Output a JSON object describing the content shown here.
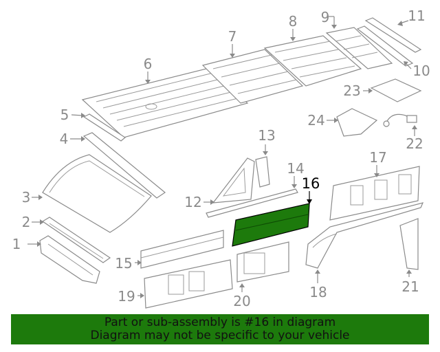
{
  "diagram": {
    "callouts": [
      "1",
      "2",
      "3",
      "4",
      "5",
      "6",
      "7",
      "8",
      "9",
      "10",
      "11",
      "12",
      "13",
      "14",
      "15",
      "16",
      "17",
      "18",
      "19",
      "20",
      "21",
      "22",
      "23",
      "24"
    ],
    "highlighted": "16",
    "highlight_color": "#1d7a0c"
  },
  "banner": {
    "line1": "Part or sub-assembly is #16 in diagram",
    "line2": "Diagram may not be specific to your vehicle",
    "color": "#1d7a0c"
  }
}
